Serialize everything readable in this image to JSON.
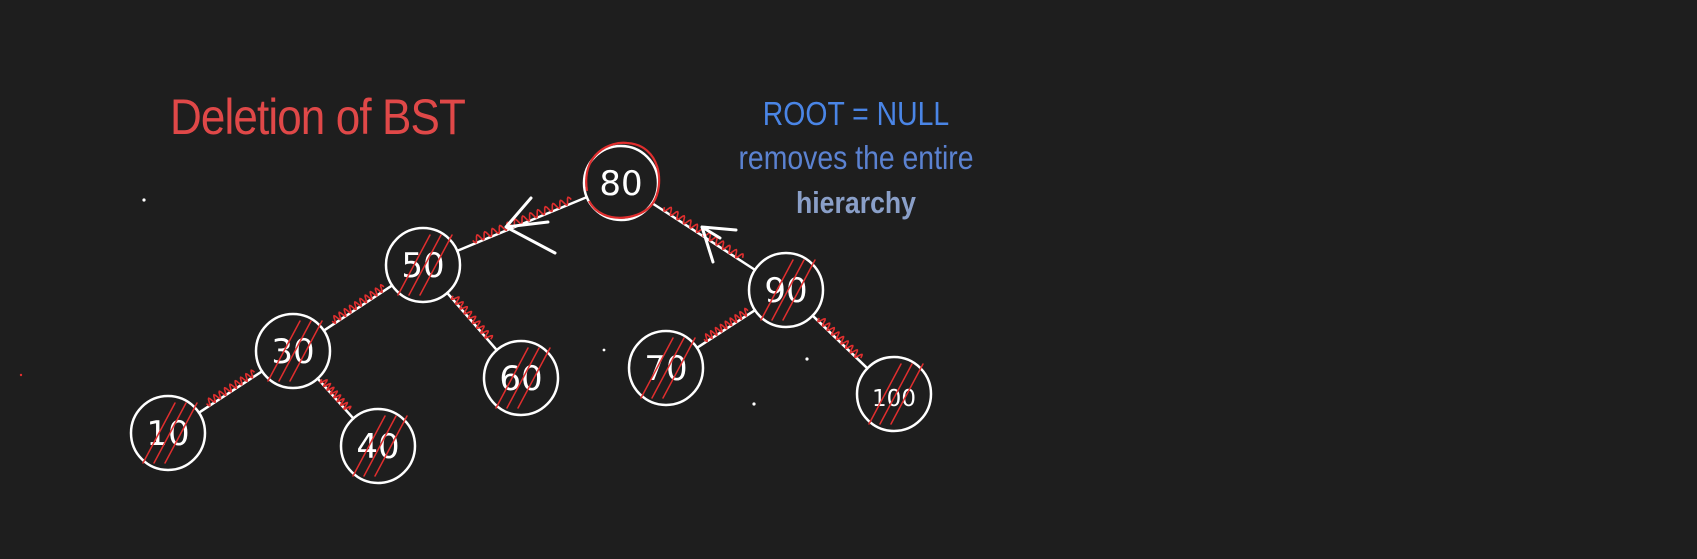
{
  "title": "Deletion of BST",
  "note": {
    "line1": "ROOT = NULL",
    "line2": "removes the entire",
    "line3": "hierarchy"
  },
  "tree": {
    "nodes": [
      {
        "id": "n80",
        "label": "80",
        "deleted": false,
        "root": true
      },
      {
        "id": "n50",
        "label": "50",
        "deleted": true
      },
      {
        "id": "n90",
        "label": "90",
        "deleted": true
      },
      {
        "id": "n30",
        "label": "30",
        "deleted": true
      },
      {
        "id": "n60",
        "label": "60",
        "deleted": true
      },
      {
        "id": "n70",
        "label": "70",
        "deleted": true
      },
      {
        "id": "n100",
        "label": "100",
        "deleted": true
      },
      {
        "id": "n10",
        "label": "10",
        "deleted": true
      },
      {
        "id": "n40",
        "label": "40",
        "deleted": true
      }
    ],
    "edges": [
      {
        "from": "n80",
        "to": "n50"
      },
      {
        "from": "n80",
        "to": "n90"
      },
      {
        "from": "n50",
        "to": "n30"
      },
      {
        "from": "n50",
        "to": "n60"
      },
      {
        "from": "n90",
        "to": "n70"
      },
      {
        "from": "n90",
        "to": "n100"
      },
      {
        "from": "n30",
        "to": "n10"
      },
      {
        "from": "n30",
        "to": "n40"
      }
    ]
  },
  "colors": {
    "background": "#1e1e1e",
    "ink": "#ffffff",
    "strike": "#e02e2e",
    "title": "#e04848",
    "note": "#4a85e6"
  }
}
